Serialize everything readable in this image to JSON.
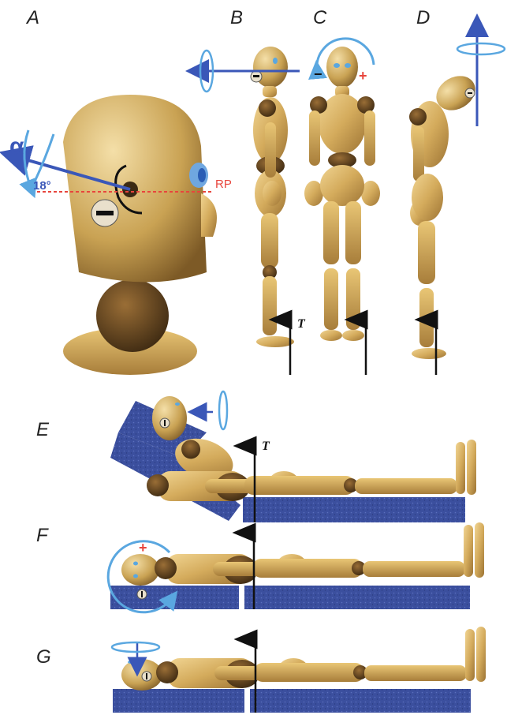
{
  "panels": {
    "a": "A",
    "b": "B",
    "c": "C",
    "d": "D",
    "e": "E",
    "f": "F",
    "g": "G"
  },
  "annotations": {
    "alpha": "α",
    "angle": "18°",
    "reference_point": "RP",
    "torque_symbol": "T",
    "minus": "−",
    "plus": "+"
  },
  "colors": {
    "wood_light": "#e6c27a",
    "wood_mid": "#c9a253",
    "wood_dark": "#6b4a22",
    "axis_blue": "#3a57b8",
    "rotation_blue": "#5aa7e0",
    "mattress": "#3b4f9e",
    "accent_red": "#e8453c",
    "arrow_black": "#111111"
  }
}
